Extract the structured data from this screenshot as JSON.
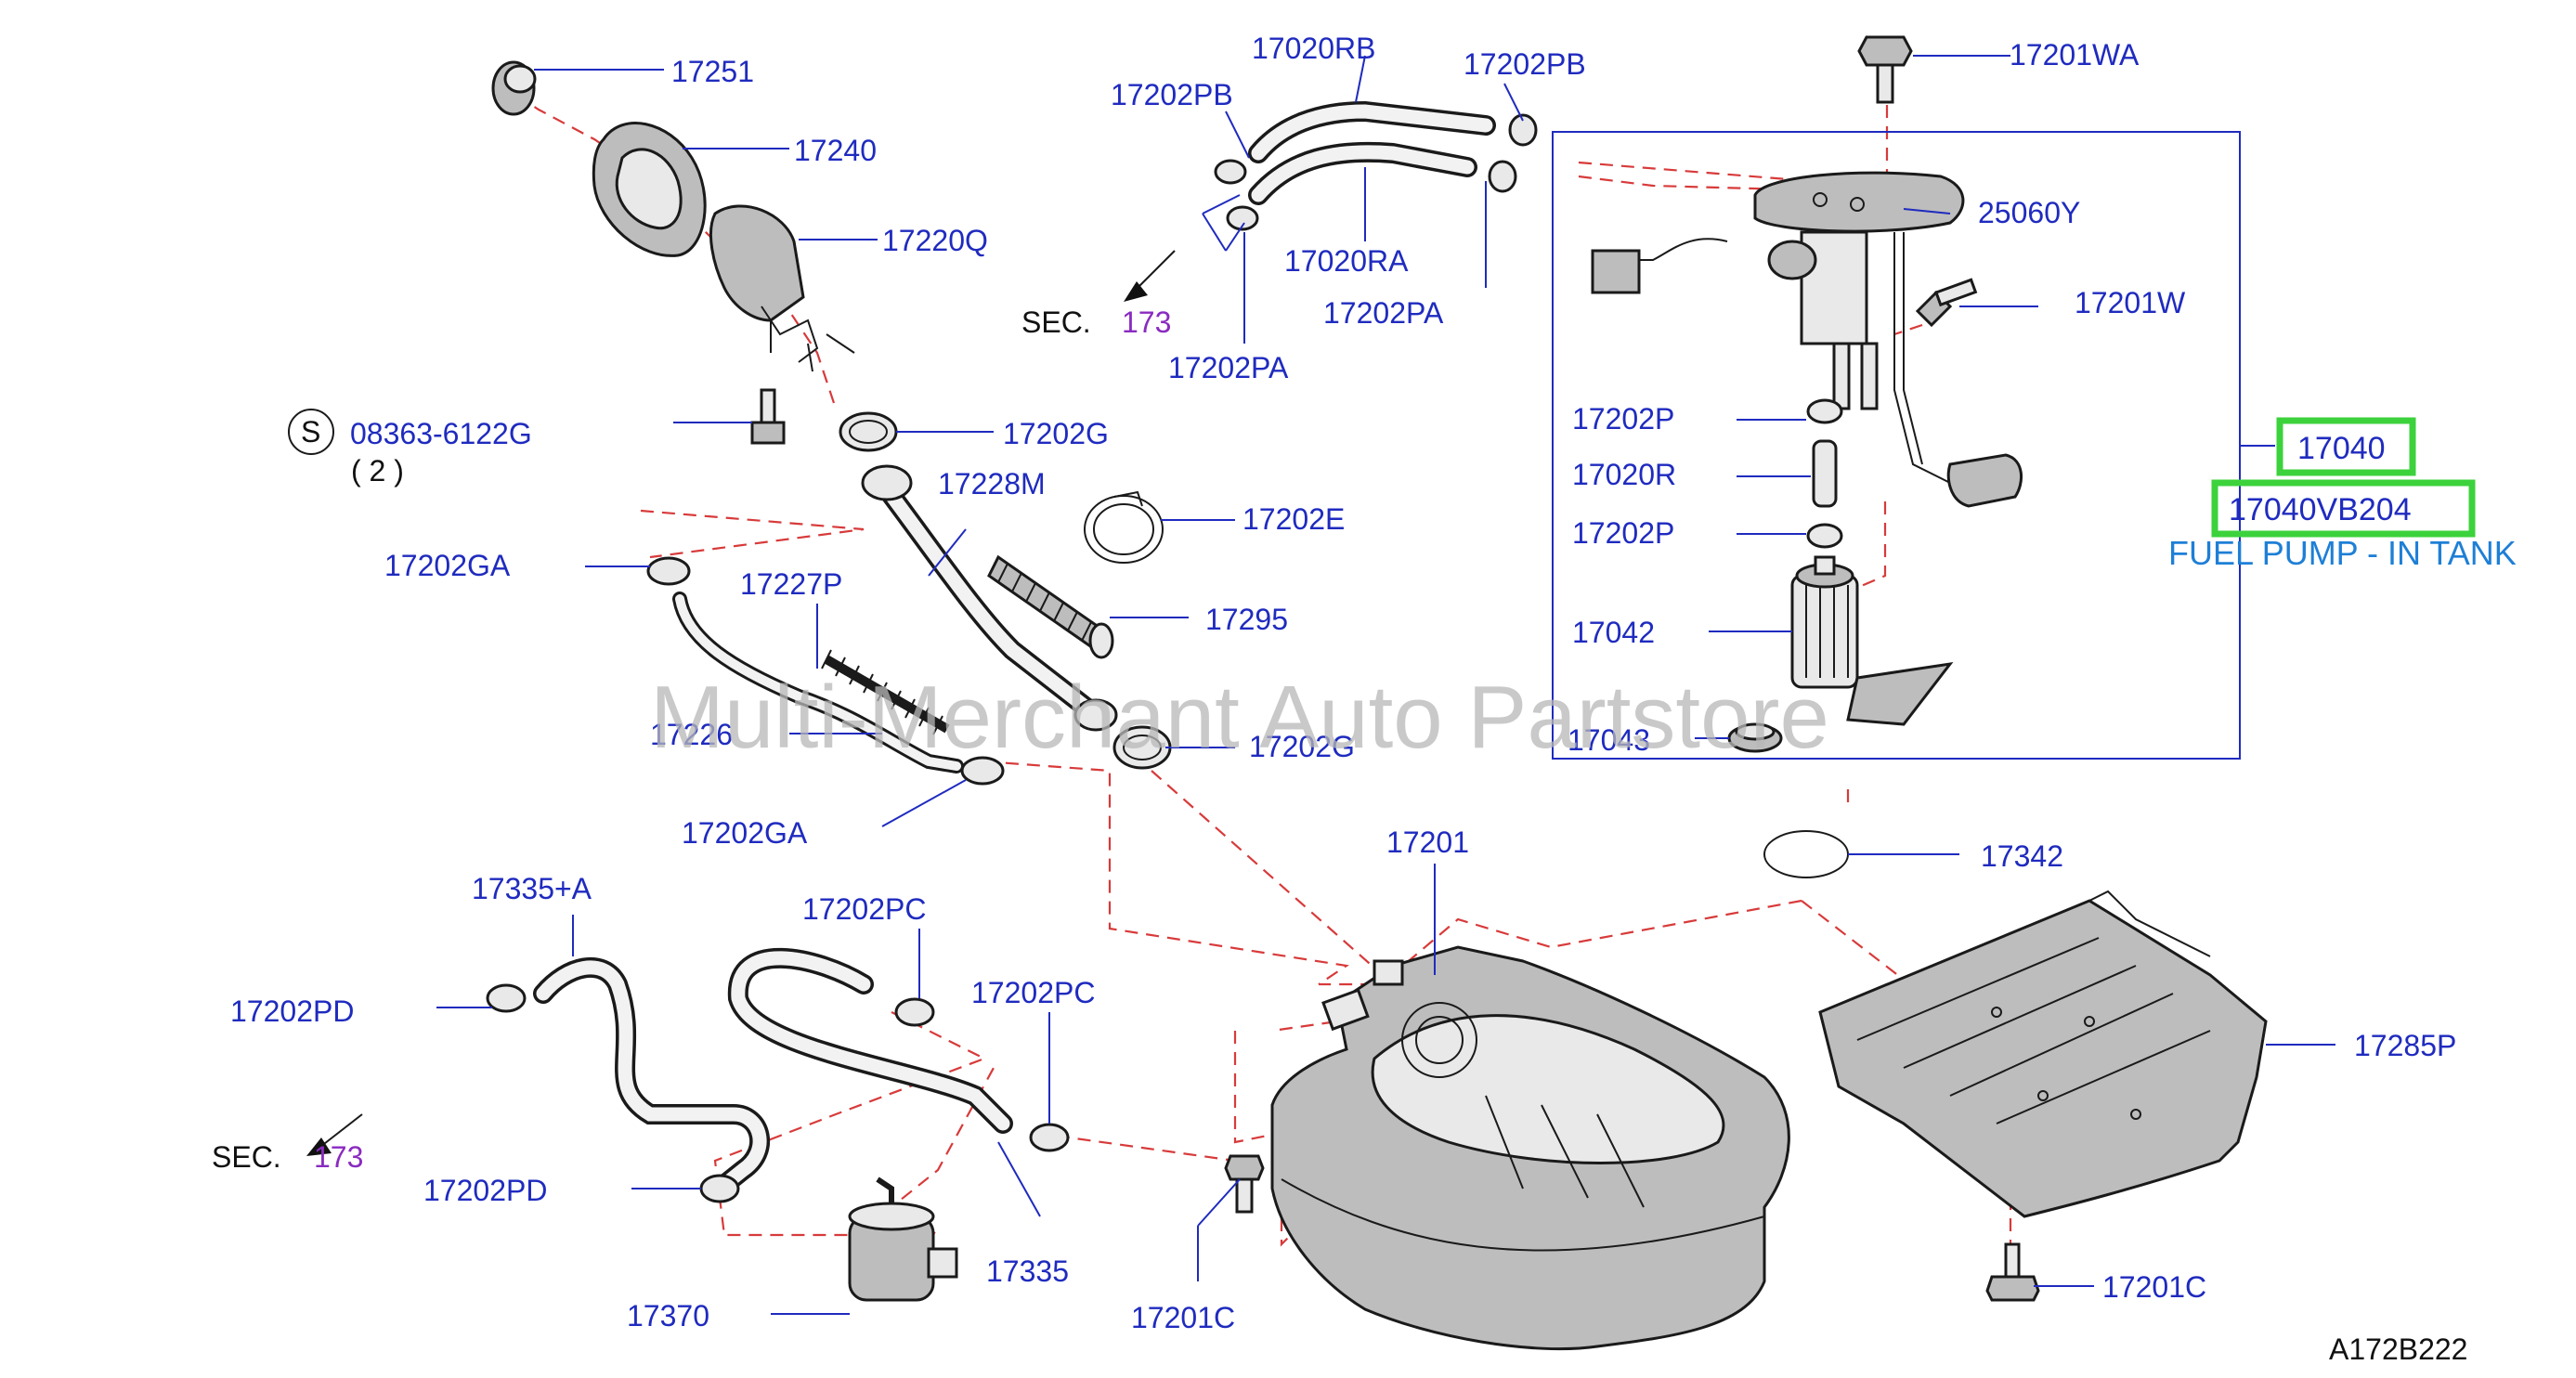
{
  "diagram": {
    "parts": {
      "p17251": "17251",
      "p17240": "17240",
      "p17220Q": "17220Q",
      "p08363": "08363-6122G",
      "p08363_qty": "( 2 )",
      "s_symbol": "S",
      "p17202GA_top": "17202GA",
      "p17227P": "17227P",
      "p17226": "17226",
      "p17202GA_bot": "17202GA",
      "p17202G_top": "17202G",
      "p17228M": "17228M",
      "p17202E": "17202E",
      "p17295": "17295",
      "p17202G_bot": "17202G",
      "p17020RB": "17020RB",
      "p17202PB_left": "17202PB",
      "p17202PB_right": "17202PB",
      "p17020RA": "17020RA",
      "p17202PA_left": "17202PA",
      "p17202PA_right": "17202PA",
      "sec_top": "SEC.",
      "sec_top_num": "173",
      "p17201WA": "17201WA",
      "p25060Y": "25060Y",
      "p17201W": "17201W",
      "p17202P_top": "17202P",
      "p17020R": "17020R",
      "p17202P_bot": "17202P",
      "p17042": "17042",
      "p17043": "17043",
      "p17040": "17040",
      "p17040VB204": "17040VB204",
      "caption": "FUEL PUMP - IN TANK",
      "p17342": "17342",
      "p17201": "17201",
      "p17285P": "17285P",
      "p17201C_right": "17201C",
      "p17201C_left": "17201C",
      "p17335A": "17335+A",
      "p17202PD_top": "17202PD",
      "p17202PD_bot": "17202PD",
      "sec_bot": "SEC.",
      "sec_bot_num": "173",
      "p17202PC_left": "17202PC",
      "p17202PC_right": "17202PC",
      "p17335": "17335",
      "p17370": "17370",
      "ref_code": "A172B222"
    },
    "watermark": "Multi-Merchant Auto Partstore",
    "colors": {
      "label": "#1f2bbf",
      "caption": "#1e7fd6",
      "section": "#8a2bc0",
      "highlight": "#3cd23c",
      "dashed_line": "#d83a3a"
    }
  }
}
